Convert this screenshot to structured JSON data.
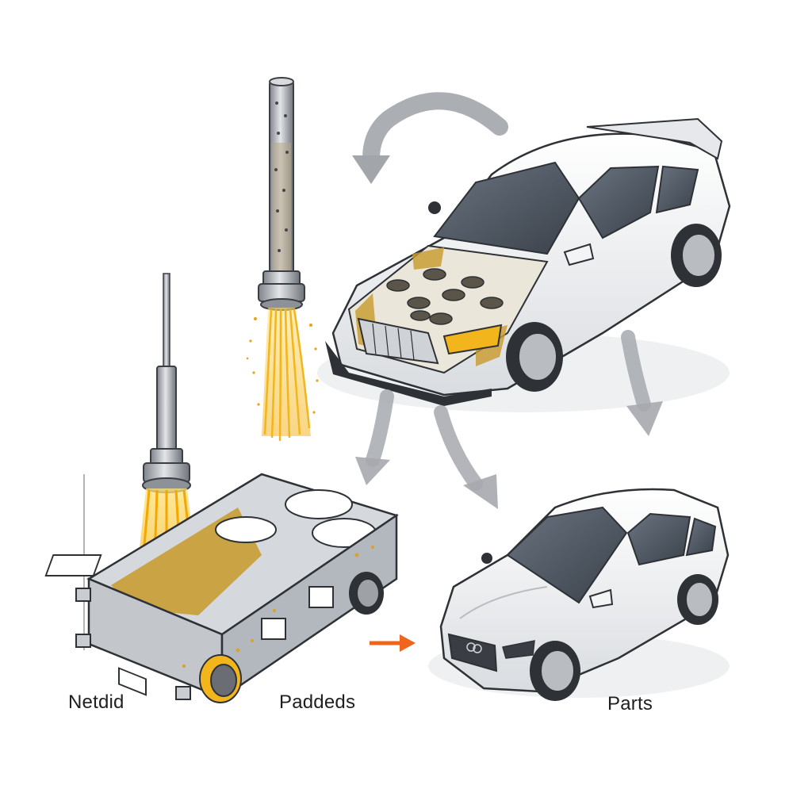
{
  "labels": {
    "left": "Netdid",
    "middle": "Paddeds",
    "right": "Parts"
  },
  "colors": {
    "metal": "#c9ccd1",
    "metal_dark": "#8d9198",
    "outline": "#2e3136",
    "spray": "#f2b51c",
    "spray_light": "#ffd95a",
    "powder": "#c89a2a",
    "arrow_gray": "#9ea1a6",
    "arrow_orange": "#f0641e",
    "car_body": "#f3f4f6",
    "glass": "#4d5560"
  },
  "icons": [
    "deposition-nozzle-icon",
    "print-nozzle-icon",
    "car-frame-chassis-icon",
    "hybrid-car-icon",
    "finished-car-icon",
    "cycle-arrow-icon",
    "flow-arrow-icon"
  ]
}
